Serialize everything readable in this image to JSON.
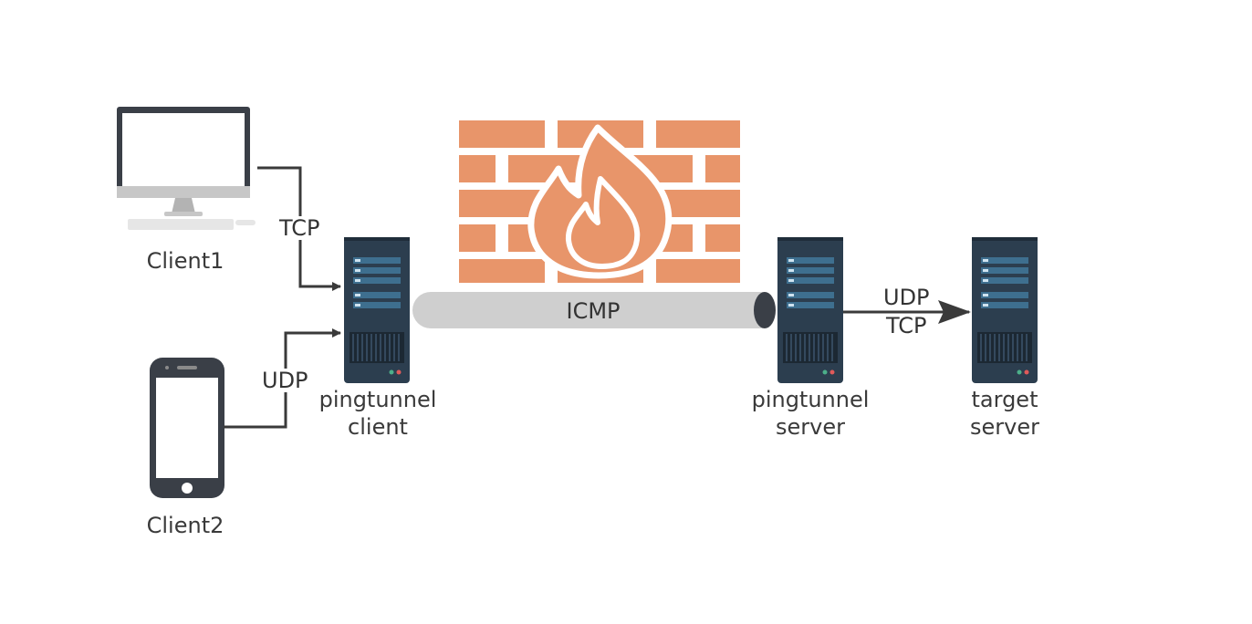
{
  "colors": {
    "line": "#3a3a3a",
    "server_body": "#2c3e4f",
    "server_light": "#3e6f8f",
    "brick": "#e8956a",
    "tunnel": "#cfcfcf",
    "device_dark": "#3a3f47"
  },
  "nodes": {
    "client1": {
      "label": "Client1",
      "icon": "desktop-monitor-icon"
    },
    "client2": {
      "label": "Client2",
      "icon": "smartphone-icon"
    },
    "pt_client": {
      "label_line1": "pingtunnel",
      "label_line2": "client",
      "icon": "server-rack-icon"
    },
    "pt_server": {
      "label_line1": "pingtunnel",
      "label_line2": "server",
      "icon": "server-rack-icon"
    },
    "target": {
      "label_line1": "target",
      "label_line2": "server",
      "icon": "server-rack-icon"
    },
    "firewall": {
      "icon": "firewall-flame-icon"
    }
  },
  "edges": {
    "client1_to_ptclient": {
      "label": "TCP"
    },
    "client2_to_ptclient": {
      "label": "UDP"
    },
    "tunnel": {
      "label": "ICMP"
    },
    "ptserver_to_target": {
      "label_line1": "UDP",
      "label_line2": "TCP"
    }
  }
}
